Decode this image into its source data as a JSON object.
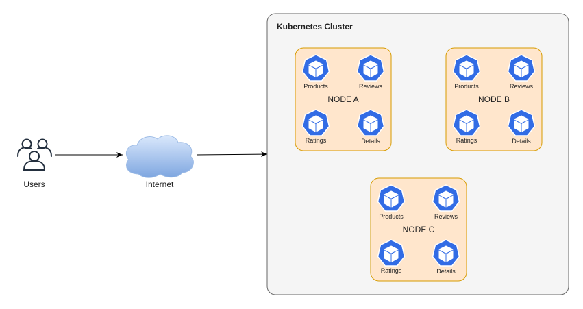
{
  "users": {
    "label": "Users",
    "icon": "users-icon"
  },
  "internet": {
    "label": "Internet",
    "icon": "cloud-icon"
  },
  "cluster": {
    "title": "Kubernetes Cluster"
  },
  "colors": {
    "cluster_fill": "#f5f5f5",
    "cluster_stroke": "#666666",
    "node_fill": "#ffe6cc",
    "node_stroke": "#d79b00",
    "pod_fill": "#326ce5",
    "users_stroke": "#232f3e",
    "cloud_top": "#dae8fc",
    "cloud_bottom": "#7ea6e0"
  },
  "nodes": [
    {
      "name": "NODE A",
      "pods": [
        "Products",
        "Reviews",
        "Ratings",
        "Details"
      ]
    },
    {
      "name": "NODE B",
      "pods": [
        "Products",
        "Reviews",
        "Ratings",
        "Details"
      ]
    },
    {
      "name": "NODE C",
      "pods": [
        "Products",
        "Reviews",
        "Ratings",
        "Details"
      ]
    }
  ]
}
